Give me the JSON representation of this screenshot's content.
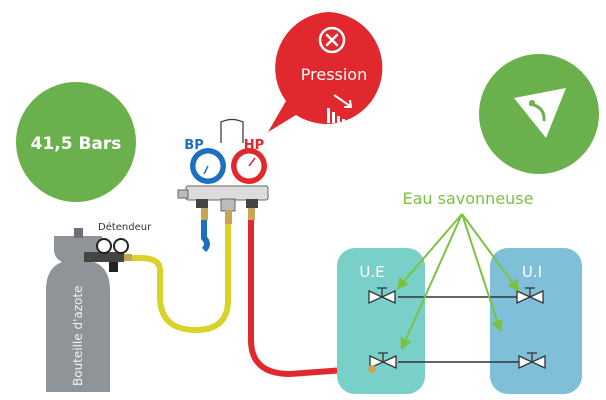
{
  "pressure_badge": {
    "value": "41,5 Bars",
    "color": "#6ab04c"
  },
  "alert_bubble": {
    "label": "Pression",
    "color": "#e0282e",
    "icons": [
      "close-icon",
      "pressure-decrease-icon"
    ]
  },
  "inspect_badge": {
    "color": "#6ab04c",
    "icon": "eye-icon"
  },
  "manifold": {
    "low_label": "BP",
    "high_label": "HP",
    "low_color": "#1f6fc0",
    "high_color": "#e0282e"
  },
  "regulator_label": "Détendeur",
  "bottle_label": "Bouteille d'azote",
  "soap_label": "Eau savonneuse",
  "units": {
    "indoor": "U.E",
    "outdoor": "U.I"
  },
  "colors": {
    "ue": "#79d0c9",
    "ui": "#7fbfd8",
    "soap": "#7cc242",
    "hose_yellow": "#d8d229",
    "hose_red": "#e0282e",
    "bottle": "#8f9499"
  }
}
